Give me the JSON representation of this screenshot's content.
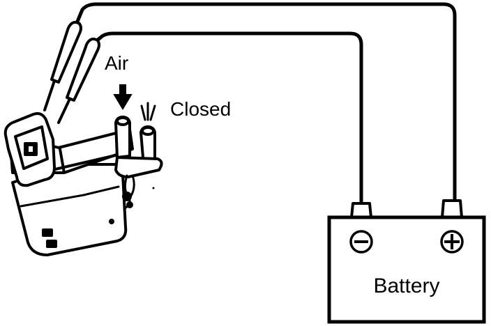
{
  "labels": {
    "air": "Air",
    "closed": "Closed",
    "battery": "Battery"
  },
  "terminals": {
    "negative_symbol": "minus-sign",
    "positive_symbol": "plus-sign"
  },
  "colors": {
    "line": "#000000",
    "background": "#ffffff"
  }
}
